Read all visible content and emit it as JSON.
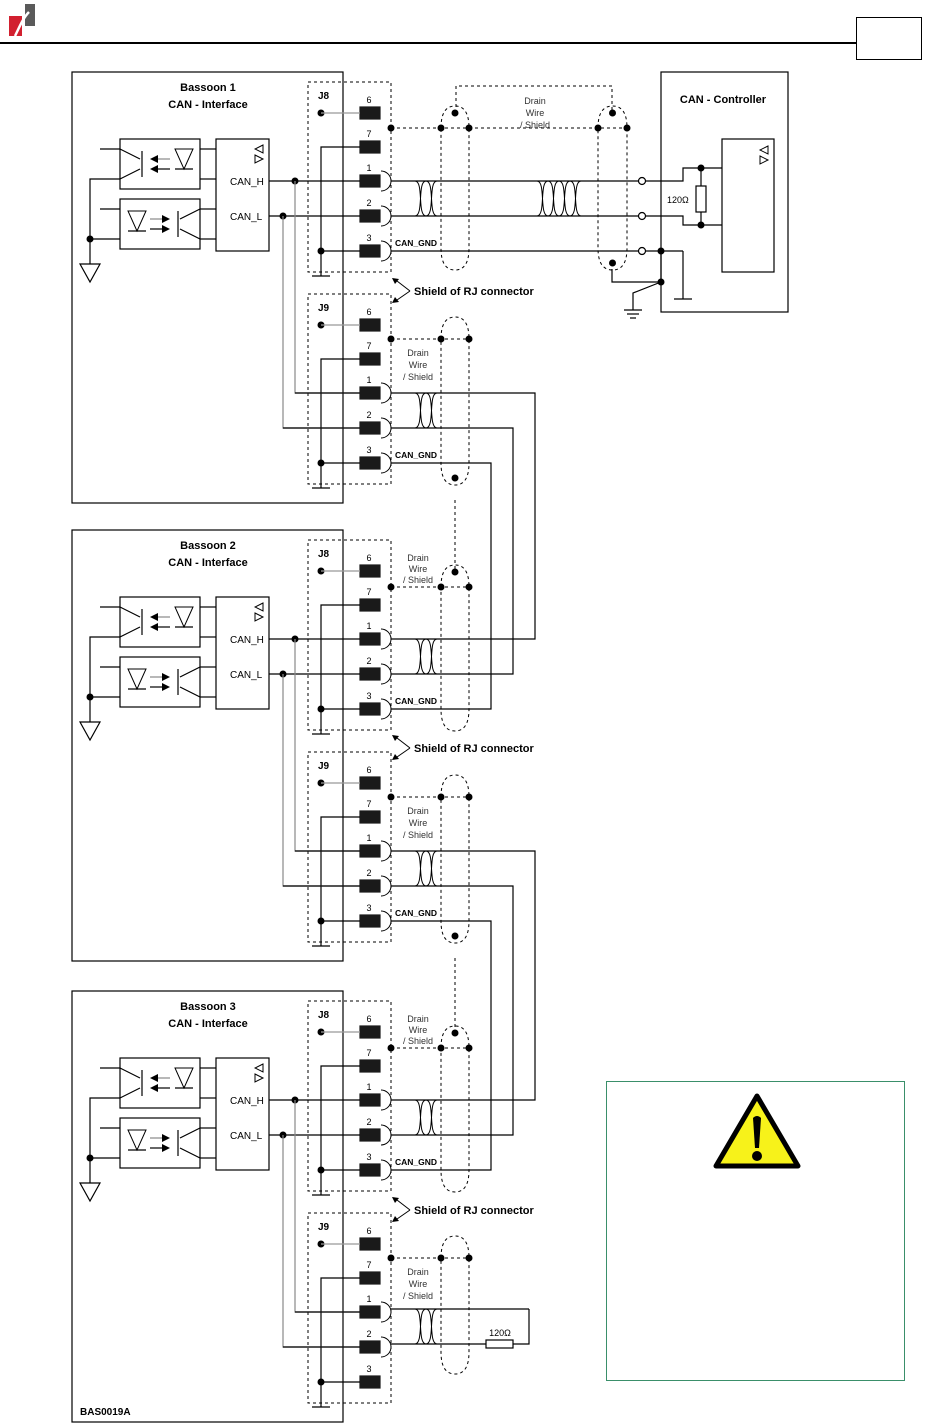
{
  "header": {
    "logo": "brand-logo",
    "page_number": ""
  },
  "diagram": {
    "id": "BAS0019A",
    "controller_title": "CAN -  Controller",
    "controller_resistor": "120Ω",
    "termination_resistor": "120Ω",
    "drain_label": [
      "Drain",
      "Wire",
      "/ Shield"
    ],
    "rj_shield_label": "Shield of RJ connector",
    "can_gnd_label": "CAN_GND",
    "can_h_label": "CAN_H",
    "can_l_label": "CAN_L",
    "interface_subtitle": "CAN -  Interface",
    "nodes": [
      {
        "title": "Bassoon 1",
        "connectors": [
          "J8",
          "J9"
        ]
      },
      {
        "title": "Bassoon 2",
        "connectors": [
          "J8",
          "J9"
        ]
      },
      {
        "title": "Bassoon 3",
        "connectors": [
          "J8",
          "J9"
        ]
      }
    ],
    "pins": [
      "6",
      "7",
      "1",
      "2",
      "3"
    ]
  },
  "warning": {
    "icon": "warning-triangle-icon",
    "text": ""
  },
  "colors": {
    "logo_red": "#d2202f",
    "logo_gray": "#5a5a5a",
    "warning_border": "#3a8f6a",
    "warning_yellow": "#f7f21a"
  }
}
